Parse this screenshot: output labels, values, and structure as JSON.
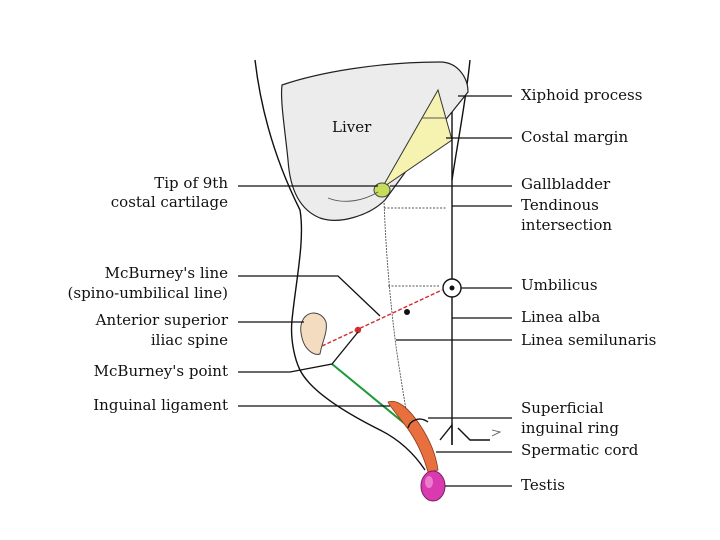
{
  "labels": {
    "liver": "Liver",
    "tip_9th_line1": "Tip of 9th",
    "tip_9th_line2": "costal cartilage",
    "mcburneys_line_line1": "McBurney's line",
    "mcburneys_line_line2": "(spino-umbilical line)",
    "asis_line1": "Anterior superior",
    "asis_line2": "iliac spine",
    "mcburneys_point": "McBurney's point",
    "inguinal_ligament": "Inguinal ligament",
    "xiphoid_process": "Xiphoid process",
    "costal_margin": "Costal margin",
    "gallbladder": "Gallbladder",
    "tendinous_line1": "Tendinous",
    "tendinous_line2": "intersection",
    "umbilicus": "Umbilicus",
    "linea_alba": "Linea alba",
    "linea_semilunaris": "Linea semilunaris",
    "superficial_ring_line1": "Superficial",
    "superficial_ring_line2": "inguinal ring",
    "spermatic_cord": "Spermatic cord",
    "testis": "Testis"
  },
  "colors": {
    "liver_fill": "#ececec",
    "costal_triangle_fill": "#f6f2b0",
    "gallbladder_fill": "#c5dd5a",
    "iliac_spine_fill": "#f3dcc0",
    "mcburney_line_color": "#d42b2b",
    "inguinal_ligament_color": "#1a9a3a",
    "spermatic_cord_fill": "#e8703f",
    "testis_fill": "#d93ab0"
  }
}
